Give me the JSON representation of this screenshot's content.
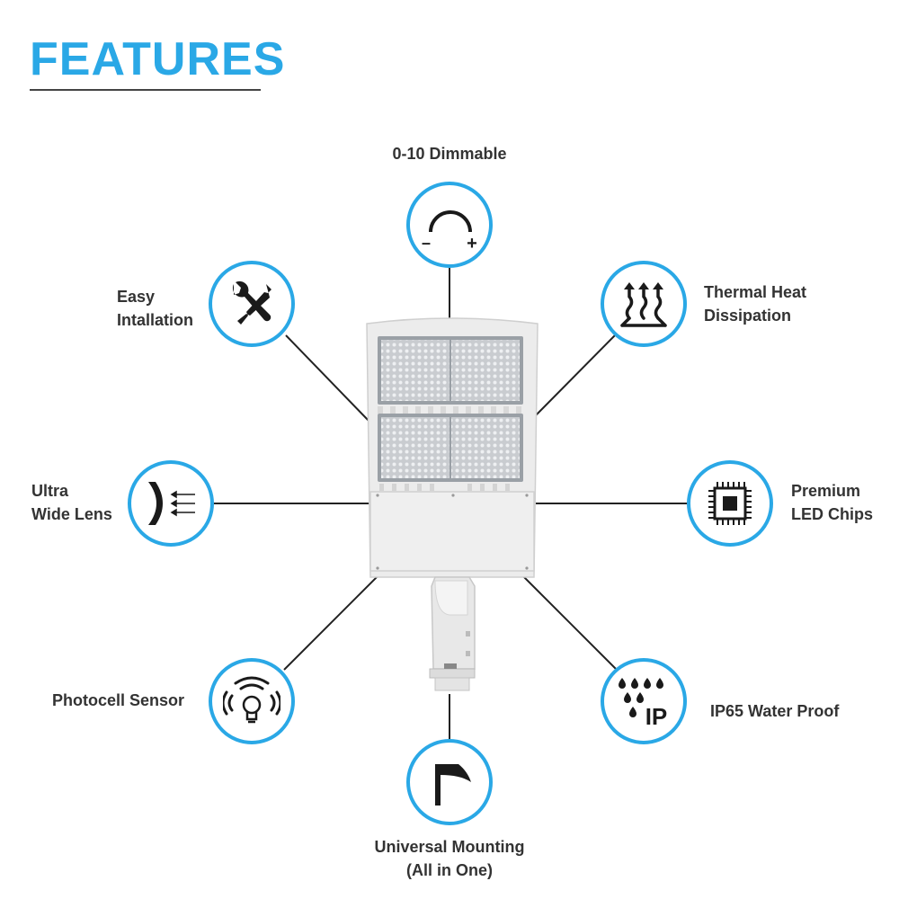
{
  "title": "FEATURES",
  "colors": {
    "accent": "#2aa8e6",
    "icon": "#1a1a1a",
    "line": "#222222"
  },
  "features": {
    "dimmable": {
      "icon": "dimmer-arc-icon",
      "line1": "0-10 Dimmable",
      "minus": "–",
      "plus": "+"
    },
    "easy": {
      "icon": "wrench-screwdriver-icon",
      "line1": "Easy",
      "line2": "Intallation"
    },
    "thermal": {
      "icon": "heat-dissipation-icon",
      "line1": "Thermal Heat",
      "line2": "Dissipation"
    },
    "lens": {
      "icon": "wide-lens-icon",
      "line1": "Ultra",
      "line2": "Wide Lens"
    },
    "chips": {
      "icon": "led-chip-icon",
      "line1": "Premium",
      "line2": "LED Chips"
    },
    "photocell": {
      "icon": "photocell-sensor-icon",
      "line1": "Photocell Sensor"
    },
    "waterproof": {
      "icon": "water-drops-ip-icon",
      "line1": "IP65 Water Proof",
      "badge": "IP"
    },
    "mounting": {
      "icon": "mounting-arm-icon",
      "line1": "Universal Mounting",
      "line2": "(All in One)"
    }
  }
}
